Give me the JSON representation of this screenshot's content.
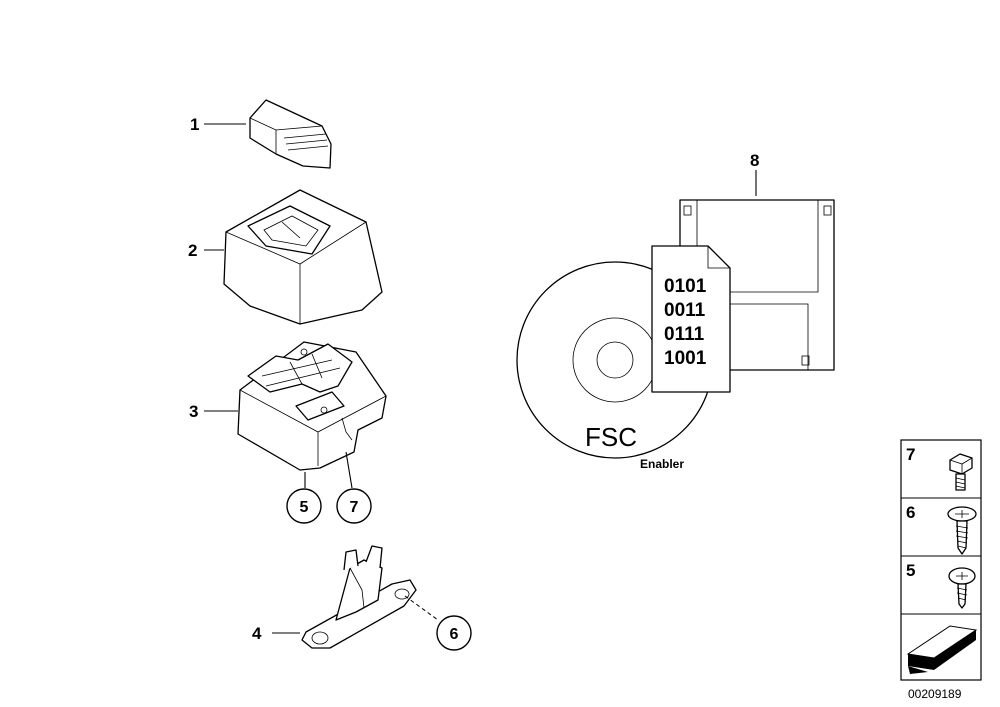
{
  "callouts": {
    "p1": "1",
    "p2": "2",
    "p3": "3",
    "p4": "4",
    "p8": "8",
    "c5": "5",
    "c7": "7",
    "c6": "6"
  },
  "software": {
    "binary": [
      "0101",
      "0011",
      "0111",
      "1001"
    ],
    "disc_label": "FSC",
    "disc_sublabel": "Enabler"
  },
  "legend": {
    "rows": [
      {
        "number": "7",
        "icon": "hex-bolt-icon"
      },
      {
        "number": "6",
        "icon": "self-tapping-screw-icon"
      },
      {
        "number": "5",
        "icon": "phillips-screw-icon"
      }
    ],
    "arrow_icon": "direction-arrow-icon"
  },
  "document_number": "00209189"
}
